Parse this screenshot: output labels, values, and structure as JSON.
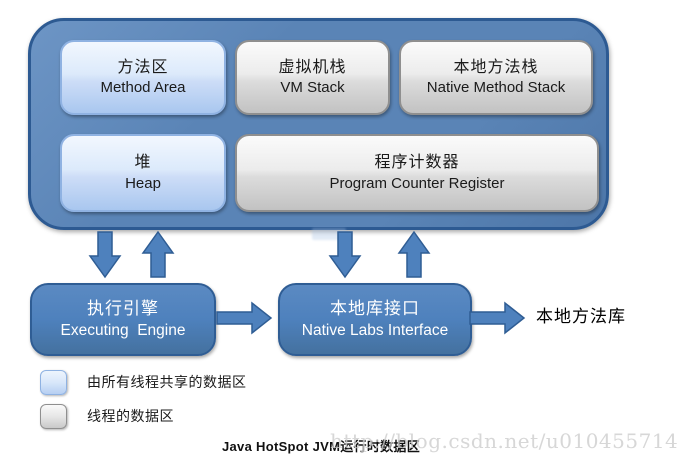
{
  "runtime_container": {
    "boxes": {
      "method_area": {
        "zh": "方法区",
        "en": "Method Area"
      },
      "vm_stack": {
        "zh": "虚拟机栈",
        "en": "VM Stack"
      },
      "native_method_stack": {
        "zh": "本地方法栈",
        "en": "Native Method Stack"
      },
      "heap": {
        "zh": "堆",
        "en": "Heap"
      },
      "pc_register": {
        "zh": "程序计数器",
        "en": "Program Counter Register"
      }
    }
  },
  "flow": {
    "executing_engine": {
      "zh": "执行引擎",
      "en": "Executing  Engine"
    },
    "native_labs_interface": {
      "zh": "本地库接口",
      "en": "Native Labs Interface"
    },
    "native_lib_label": "本地方法库"
  },
  "legend": {
    "shared_label": "由所有线程共享的数据区",
    "thread_label": "线程的数据区"
  },
  "caption": "Java HotSpot JVM运行时数据区",
  "watermark": "http://blog.csdn.net/u010455714",
  "colors": {
    "container_fill": "#5a84b6",
    "container_border": "#2d5a92",
    "shared_box_top": "#f2f7fe",
    "shared_box_bottom": "#a9c7ef",
    "shared_box_border": "#8fb2e2",
    "thread_box_top": "#fbfbfb",
    "thread_box_bottom": "#c2c2c2",
    "thread_box_border": "#8f8f8f",
    "solid_box_fill": "#4e81bd",
    "solid_box_border": "#2f5d94",
    "arrow_fill": "#4e81bd",
    "watermark_color": "#cdcdcd"
  }
}
